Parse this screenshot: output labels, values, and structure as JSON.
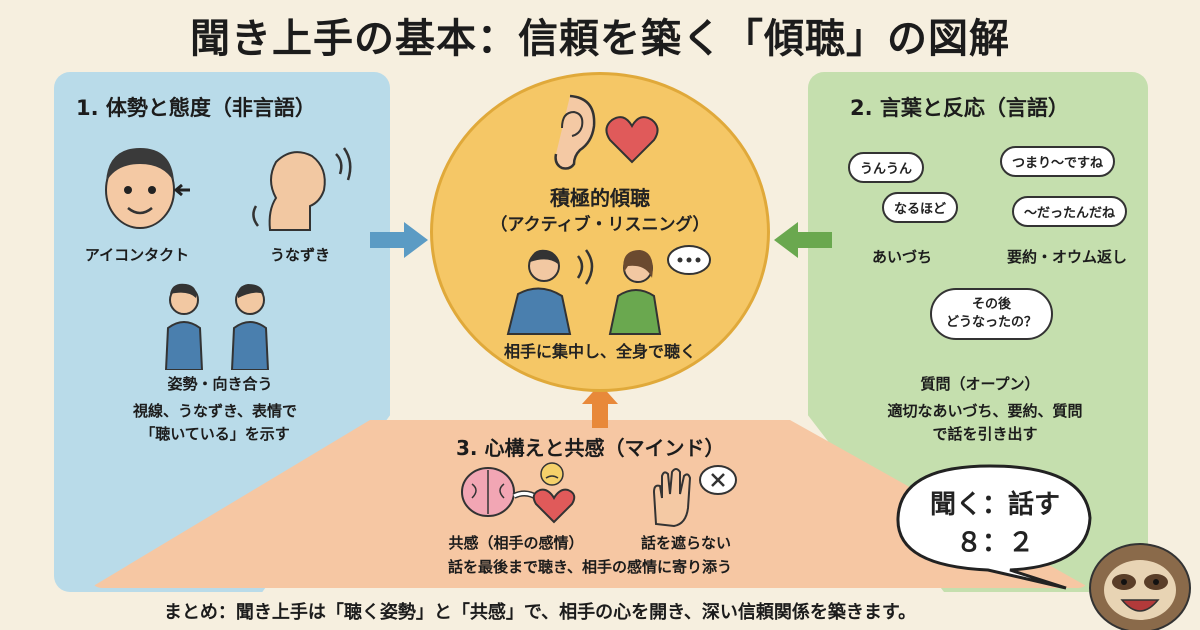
{
  "title": "聞き上手の基本：信頼を築く「傾聴」の図解",
  "left_panel": {
    "title": "1. 体勢と態度（非言語）",
    "items": [
      {
        "label": "アイコンタクト",
        "icon": "eye-contact-face-icon"
      },
      {
        "label": "うなずき",
        "icon": "nodding-head-icon"
      },
      {
        "label": "姿勢・向き合う",
        "icon": "facing-people-icon"
      }
    ],
    "description_lines": [
      "視線、うなずき、表情で",
      "「聴いている」を示す"
    ]
  },
  "center": {
    "title": "積極的傾聴",
    "subtitle": "（アクティブ・リスニング）",
    "caption": "相手に集中し、全身で聴く",
    "icons": [
      "ear-icon",
      "heart-icon",
      "listening-people-icon",
      "speech-dots-icon"
    ]
  },
  "right_panel": {
    "title": "2. 言葉と反応（言語）",
    "bubbles": [
      "うんうん",
      "なるほど",
      "つまり〜ですね",
      "〜だったんだね",
      "その後\nどうなったの？"
    ],
    "bubble_line1": "その後",
    "bubble_line2": "どうなったの？",
    "labels": [
      "あいづち",
      "要約・オウム返し",
      "質問（オープン）"
    ],
    "description_lines": [
      "適切なあいづち、要約、質問",
      "で話を引き出す"
    ]
  },
  "bottom_panel": {
    "title": "3. 心構えと共感（マインド）",
    "labels": [
      "共感（相手の感情）",
      "話を遮らない"
    ],
    "description": "話を最後まで聴き、相手の感情に寄り添う",
    "icons": [
      "brain-heart-icon",
      "stop-hand-icon"
    ]
  },
  "ratio": {
    "line1": "聞く：話す",
    "line2": "８：２"
  },
  "summary": "まとめ：聞き上手は「聴く姿勢」と「共感」で、相手の心を開き、深い信頼関係を築きます。",
  "colors": {
    "background": "#f6efdf",
    "left_panel": "#b9dbe9",
    "right_panel": "#c5dfae",
    "bottom_panel": "#f6c7a3",
    "center": "#f5c766",
    "arrow_left": "#5b9bc4",
    "arrow_right": "#6aa84f",
    "arrow_up": "#e8893a"
  }
}
